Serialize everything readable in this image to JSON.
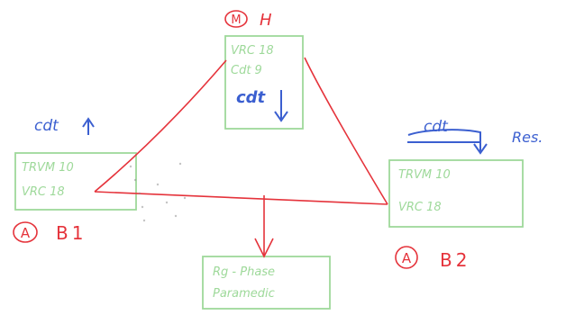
{
  "nodes": {
    "top": {
      "label_badge": "M",
      "label_name": "H",
      "lines": [
        "VRC 18",
        "Cdt 9",
        "cdt"
      ]
    },
    "left": {
      "annotation": "cdt",
      "label_badge": "A",
      "label_name": "B1",
      "lines": [
        "TRVM 10",
        "VRC 18"
      ]
    },
    "right": {
      "annotation": "cdt",
      "annotation_extra": "Res.",
      "label_badge": "A",
      "label_name": "B2",
      "lines": [
        "TRVM 10",
        "VRC 18"
      ]
    },
    "bottom": {
      "lines": [
        "Rg - Phase",
        "Paramedic"
      ]
    }
  },
  "colors": {
    "red": "#e5333b",
    "blue": "#3b5fd0",
    "green": "#9ed99a",
    "gray": "#8a8a8a"
  }
}
